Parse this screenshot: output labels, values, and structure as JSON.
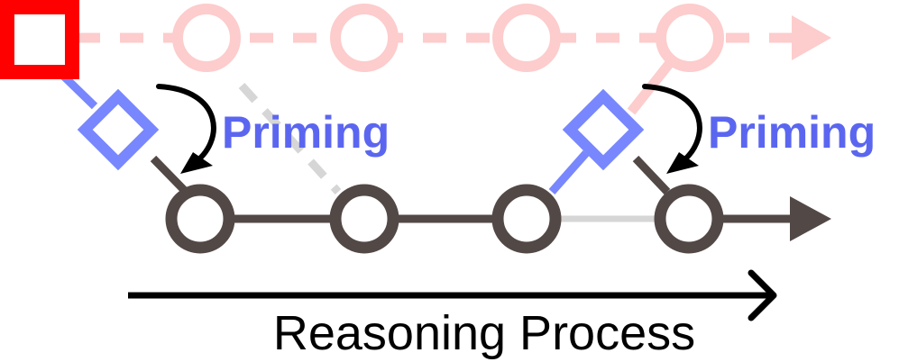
{
  "labels": {
    "priming_left": "Priming",
    "priming_right": "Priming",
    "reasoning_process": "Reasoning Process"
  },
  "colors": {
    "pink": "#fdcccc",
    "red": "#ff0000",
    "blue": "#7887fd",
    "priming_text": "#5b66f0",
    "dark": "#524846",
    "gray": "#d6d6d6",
    "black": "#000000"
  },
  "nodes": {
    "top_row_count": 4,
    "bottom_row_count": 4,
    "priming_diamonds": 2
  }
}
